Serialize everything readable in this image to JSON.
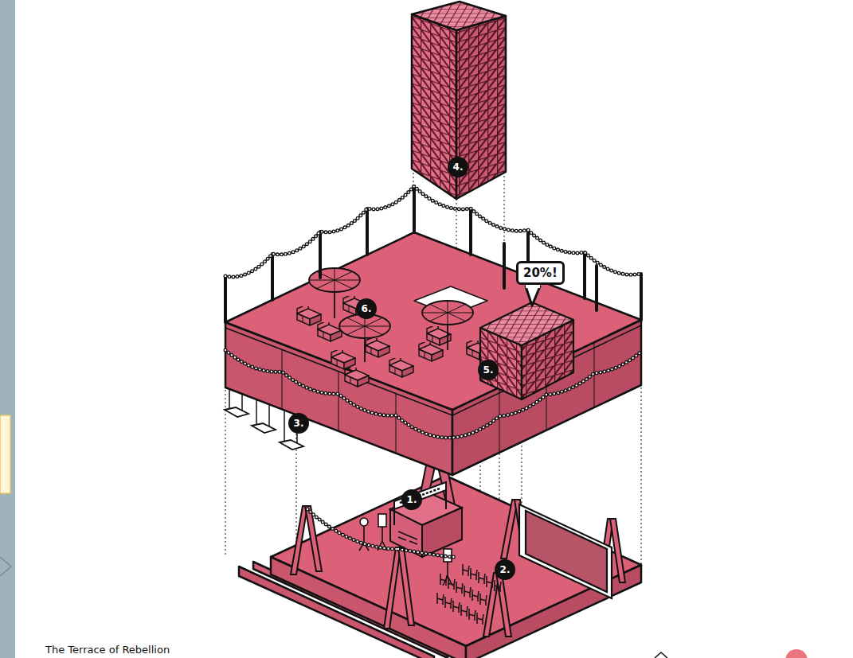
{
  "diagram": {
    "caption": "The Terrace of Rebellion",
    "nodes": [
      {
        "text": [
          "20%!"
        ]
      }
    ],
    "labels": [
      "4.",
      "6.",
      "5.",
      "3.",
      "1.",
      "2."
    ]
  }
}
